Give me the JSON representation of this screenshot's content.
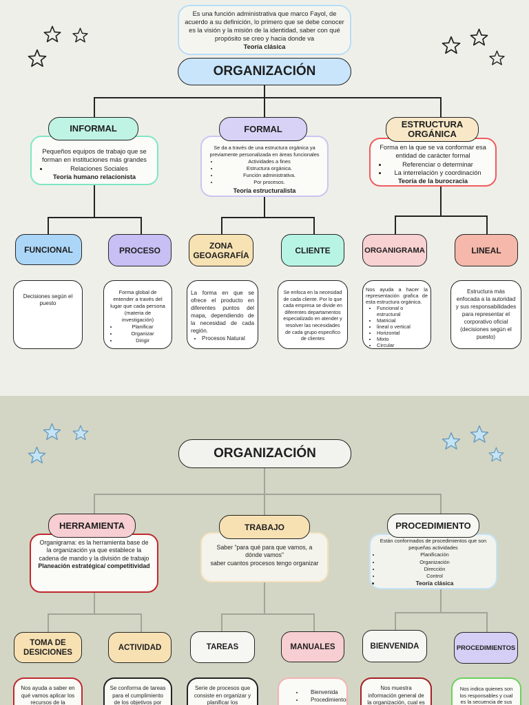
{
  "top": {
    "intro": {
      "text": "Es una función administrativa que marco Fayol, de acuerdo a su definición, lo primero que se debe conocer es la visión y la misión de la identidad, saber con qué propósito se creo y hacia donde va",
      "bold": "Teoría clásica",
      "border": "#b8dcf5"
    },
    "title": {
      "label": "ORGANIZACIÓN",
      "fill": "#c9e5fb"
    },
    "branches": [
      {
        "label": "INFORMAL",
        "fill": "#bff3e3",
        "border": "#7fe6c4",
        "text": "Pequeños equipos de trabajo que se forman en instituciones más grandes",
        "bullets": [
          "Relaciones Sociales"
        ],
        "bold": "Teoría humano relacionista"
      },
      {
        "label": "FORMAL",
        "fill": "#d8d2f6",
        "border": "#cbc4f2",
        "text": "Se da a través de una estructura orgánica ya previamente personalizada en áreas funcionales",
        "bullets": [
          "Actividades a fines",
          "Estructura orgánica.",
          "Función administrativa.",
          "Por procesos."
        ],
        "bold": "Teoría estructuralista"
      },
      {
        "label": "ESTRUCTURA ORGÁNICA",
        "fill": "#f8e8c7",
        "border": "#ef5b5b",
        "text": "Forma en la que se va conformar esa entidad de carácter formal",
        "bullets": [
          "Referenciar o determinar",
          "La interrelación y coordinación"
        ],
        "bold": "Teoría de la burocracia"
      }
    ],
    "leaves": [
      {
        "label": "FUNCIONAL",
        "fill": "#acd6f8",
        "text": "Decisiones según el puesto"
      },
      {
        "label": "PROCESO",
        "fill": "#c8bff5",
        "text": "Forma global de entender a través del lugar que cada persona (materia de investigación)",
        "bullets": [
          "Planificar",
          "Organizar",
          "Dirigir"
        ]
      },
      {
        "label": "ZONA GEOAGRAFÍA",
        "fill": "#f7e2b4",
        "text": "La forma en que se ofrece el producto en diferentes puntos del mapa, dependiendo de la necesidad de cada región.",
        "bullets": [
          "Procesos Natural"
        ]
      },
      {
        "label": "CLIENTE",
        "fill": "#b8f4e4",
        "text": "Se enfoca en la necesidad de cada cliente. Por lo que cada empresa se divide en diferentes departamentos especializado en atender y resolver las necesidades de cada grupo especifico de clientes"
      },
      {
        "label": "ORGANIGRAMA",
        "fill": "#f8d1d3",
        "text": "Nos ayuda a hacer la representación grafica de esta estructura orgánica.",
        "bullets": [
          "Funcional o estructural",
          "Matricial",
          "lineal o vertical",
          "Horizontal",
          "Mixto",
          "Circular"
        ]
      },
      {
        "label": "LINEAL",
        "fill": "#f5b8aa",
        "text": "Estructura más enfocada a la autoridad y sus responsabilidades para representar el corporativo oficial (decisiones según el puesto)"
      }
    ]
  },
  "bottom": {
    "title": {
      "label": "ORGANIZACIÓN",
      "fill": "#f2f2ee"
    },
    "branches": [
      {
        "label": "HERRAMIENTA",
        "fill": "#f7ced1",
        "border": "#c0272d",
        "text": "Organigrama: es la herramienta base de la organización ya que establece la cadena de mando y la división de trabajo",
        "bold": "Planeación estratégica/ competitividad"
      },
      {
        "label": "TRABAJO",
        "fill": "#f7e1b3",
        "border": "#f3e0bc",
        "text": "Saber “para qué para que vamos, a dónde vamos”",
        "text2": "saber cuantos procesos tengo organizar"
      },
      {
        "label": "PROCEDIMIENTO",
        "fill": "#f6f6f2",
        "border": "#c3e2f6",
        "text": "Están conformados de procedimientos que son pequeñas actividades",
        "bullets": [
          "Planificación",
          "Organización",
          "Dirección",
          "Control"
        ],
        "bold": "Teoría clásica"
      }
    ],
    "leaves": [
      {
        "label": "TOMA DE DESICIONES",
        "fill": "#f7e1b3",
        "border": "#c0272d",
        "text": "Nos ayuda a saber en qué vamos aplicar los recursos de la"
      },
      {
        "label": "ACTIVIDAD",
        "fill": "#f7e1b3",
        "border": "#222222",
        "text": "Se conforma de tareas para el cumplimiento de los objetivos por área"
      },
      {
        "label": "TAREAS",
        "fill": "#f6f6f2",
        "border": "#222222",
        "text": "Serie de procesos que consiste en organizar y planificar los"
      },
      {
        "label": "MANUALES",
        "fill": "#f7ced1",
        "border": "#f2b3b6",
        "bullets": [
          "Bienvenida",
          "Procedimientos"
        ]
      },
      {
        "label": "BIENVENIDA",
        "fill": "#f6f6f2",
        "border": "#a31e22",
        "text": "Nos muestra información general de la organización, cual es"
      },
      {
        "label": "PROCEDIMIENTOS",
        "fill": "#d5cff6",
        "border": "#6bd15b",
        "text": "Nos indica quienes son los responsables y cual es la secuencia de sus"
      }
    ]
  },
  "icons": {
    "top_stars": "star-outline-icon",
    "bottom_stars": "star-blue-icon"
  }
}
